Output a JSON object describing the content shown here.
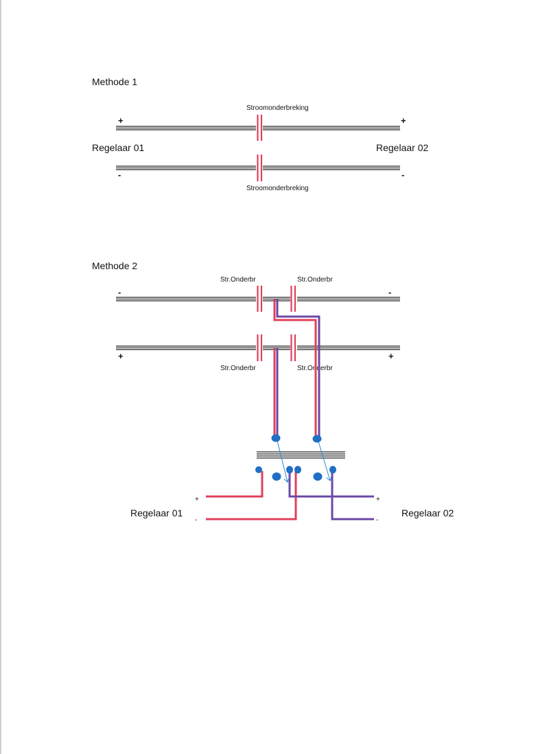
{
  "method1": {
    "title": "Methode 1",
    "top_break_label": "Stroomonderbreking",
    "bottom_break_label": "Stroomonderbreking",
    "left_controller": "Regelaar 01",
    "right_controller": "Regelaar 02",
    "top_rail_left_sign": "+",
    "top_rail_right_sign": "+",
    "bottom_rail_left_sign": "-",
    "bottom_rail_right_sign": "-"
  },
  "method2": {
    "title": "Methode 2",
    "break_labels": [
      "Str.Onderbr",
      "Str.Onderbr",
      "Str.Onderbr",
      "Str.Onderbr"
    ],
    "top_rail_left_sign": "-",
    "top_rail_right_sign": "-",
    "bottom_rail_left_sign": "+",
    "bottom_rail_right_sign": "+",
    "left_controller": "Regelaar 01",
    "right_controller": "Regelaar 02",
    "left_plus": "+",
    "left_minus": "-",
    "right_plus": "+",
    "right_minus": "-"
  },
  "colors": {
    "red_wire": "#e0405a",
    "purple_wire": "#6a48a8",
    "terminal": "#1f6fc4",
    "arrow": "#2a8ad0",
    "rail": "#222222"
  }
}
